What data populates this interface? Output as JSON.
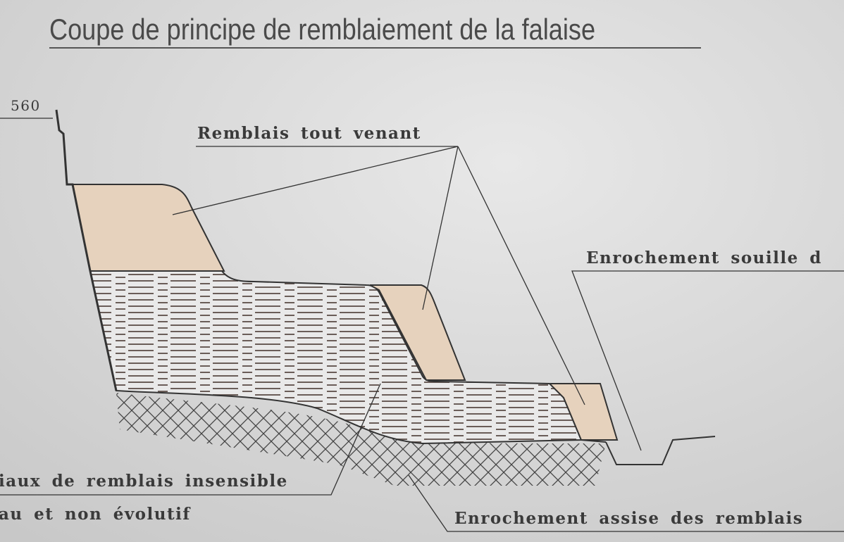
{
  "title": "Coupe de principe de remblaiement de la falaise",
  "elevation": "560",
  "labels": {
    "remblais": "Remblais tout venant",
    "souille": "Enrochement souille d",
    "insensible_1": "iaux de remblais insensible",
    "insensible_2": "au et non évolutif",
    "assise": "Enrochement assise des remblais"
  },
  "colors": {
    "fill": "#e6d2bd",
    "line": "#333333",
    "background": "#d4d4d4"
  }
}
